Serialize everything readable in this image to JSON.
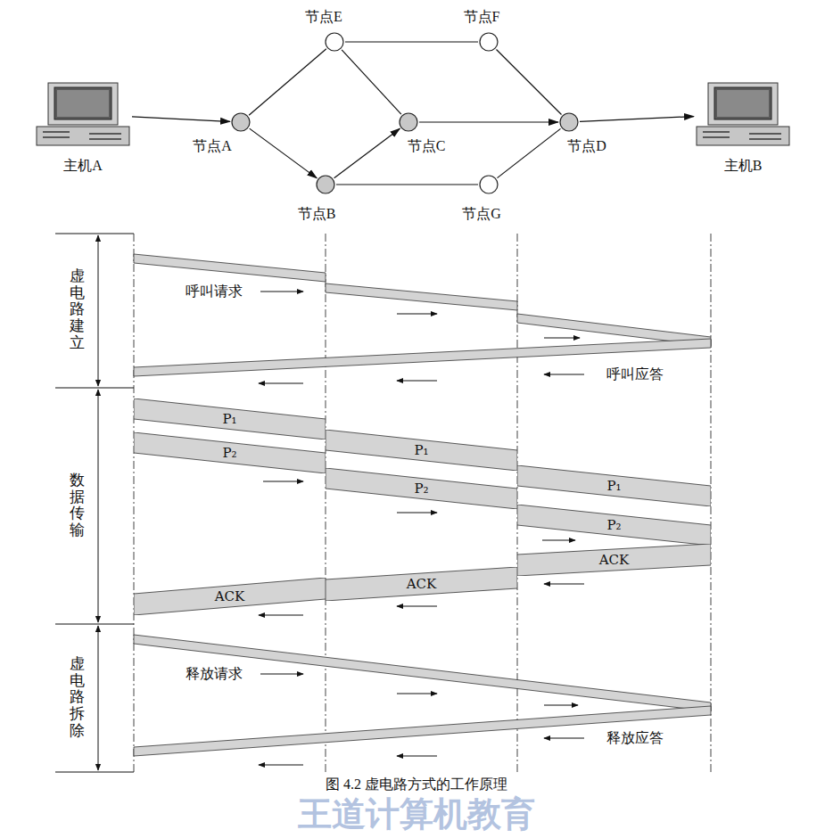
{
  "diagram": {
    "caption": "图 4.2 虚电路方式的工作原理",
    "nodes": [
      {
        "text": [
          "主机A"
        ]
      },
      {
        "text": [
          "节点E"
        ]
      },
      {
        "text": [
          "节点F"
        ]
      },
      {
        "text": [
          "节点A"
        ]
      },
      {
        "text": [
          "节点C"
        ]
      },
      {
        "text": [
          "节点D"
        ]
      },
      {
        "text": [
          "主机B"
        ]
      },
      {
        "text": [
          "节点B"
        ]
      },
      {
        "text": [
          "节点G"
        ]
      },
      {
        "text": [
          "P₁"
        ]
      },
      {
        "text": [
          "P₂"
        ]
      },
      {
        "text": [
          "P₁"
        ]
      },
      {
        "text": [
          "P₂"
        ]
      },
      {
        "text": [
          "P₁"
        ]
      },
      {
        "text": [
          "P₂"
        ]
      },
      {
        "text": [
          "ACK"
        ]
      },
      {
        "text": [
          "ACK"
        ]
      },
      {
        "text": [
          "ACK"
        ]
      }
    ],
    "edges": [
      {
        "from": 0,
        "to": 3,
        "arrow": "to"
      },
      {
        "from": 3,
        "to": 1,
        "arrow": "none"
      },
      {
        "from": 3,
        "to": 7,
        "arrow": "to"
      },
      {
        "from": 7,
        "to": 4,
        "arrow": "to"
      },
      {
        "from": 1,
        "to": 4,
        "arrow": "none"
      },
      {
        "from": 1,
        "to": 2,
        "arrow": "none"
      },
      {
        "from": 2,
        "to": 5,
        "arrow": "none"
      },
      {
        "from": 4,
        "to": 5,
        "arrow": "to"
      },
      {
        "from": 7,
        "to": 8,
        "arrow": "none"
      },
      {
        "from": 8,
        "to": 5,
        "arrow": "none"
      },
      {
        "from": 5,
        "to": 6,
        "arrow": "to"
      }
    ],
    "labels": [
      "虚电路建立",
      "呼叫请求",
      "呼叫应答",
      "数据传输",
      "虚电路拆除",
      "释放请求",
      "释放应答",
      "王道计算机教育"
    ]
  }
}
